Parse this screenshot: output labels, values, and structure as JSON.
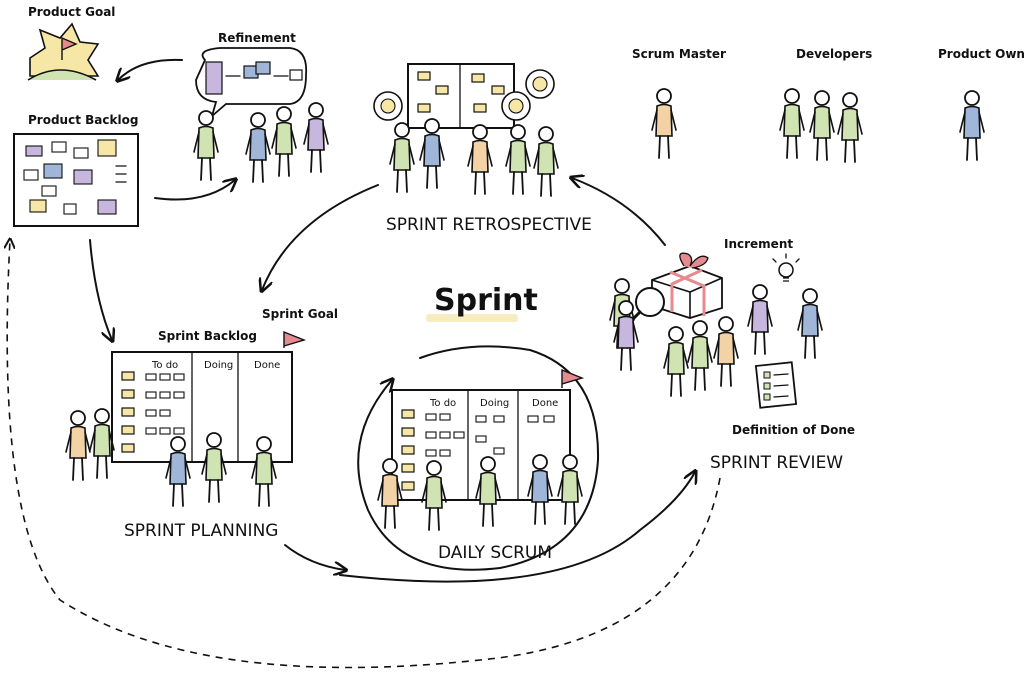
{
  "title": "Sprint",
  "labels": {
    "product_goal": "Product Goal",
    "refinement": "Refinement",
    "product_backlog": "Product Backlog",
    "sprint_backlog": "Sprint Backlog",
    "sprint_goal": "Sprint Goal",
    "sprint_planning": "SPRINT PLANNING",
    "sprint_retrospective": "SPRINT RETROSPECTIVE",
    "daily_scrum": "DAILY SCRUM",
    "increment": "Increment",
    "definition_of_done": "Definition of Done",
    "sprint_review": "SPRINT REVIEW"
  },
  "roles": [
    "Scrum Master",
    "Developers",
    "Product Owner"
  ],
  "board_columns": [
    "To do",
    "Doing",
    "Done"
  ],
  "colors": {
    "ink": "#111111",
    "yellow": "#f6e7a6",
    "green": "#cfe3b3",
    "blue": "#9fb6d8",
    "purple": "#c7b6dd",
    "peach": "#f3d3a6",
    "red": "#e58a8f",
    "sprint_underline": "#f7edc0"
  }
}
